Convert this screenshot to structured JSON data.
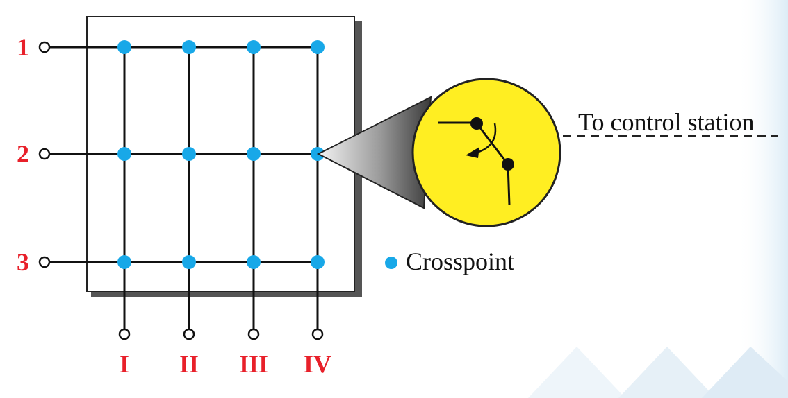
{
  "diagram": {
    "inputs": [
      "1",
      "2",
      "3"
    ],
    "outputs": [
      "I",
      "II",
      "III",
      "IV"
    ],
    "detail_label": "To control station",
    "legend_label": "Crosspoint",
    "colors": {
      "crosspoint": "#18a8e8",
      "label": "#e8202a",
      "lens": "#ffee22",
      "line": "#111111",
      "box_shadow": "#555555"
    }
  }
}
